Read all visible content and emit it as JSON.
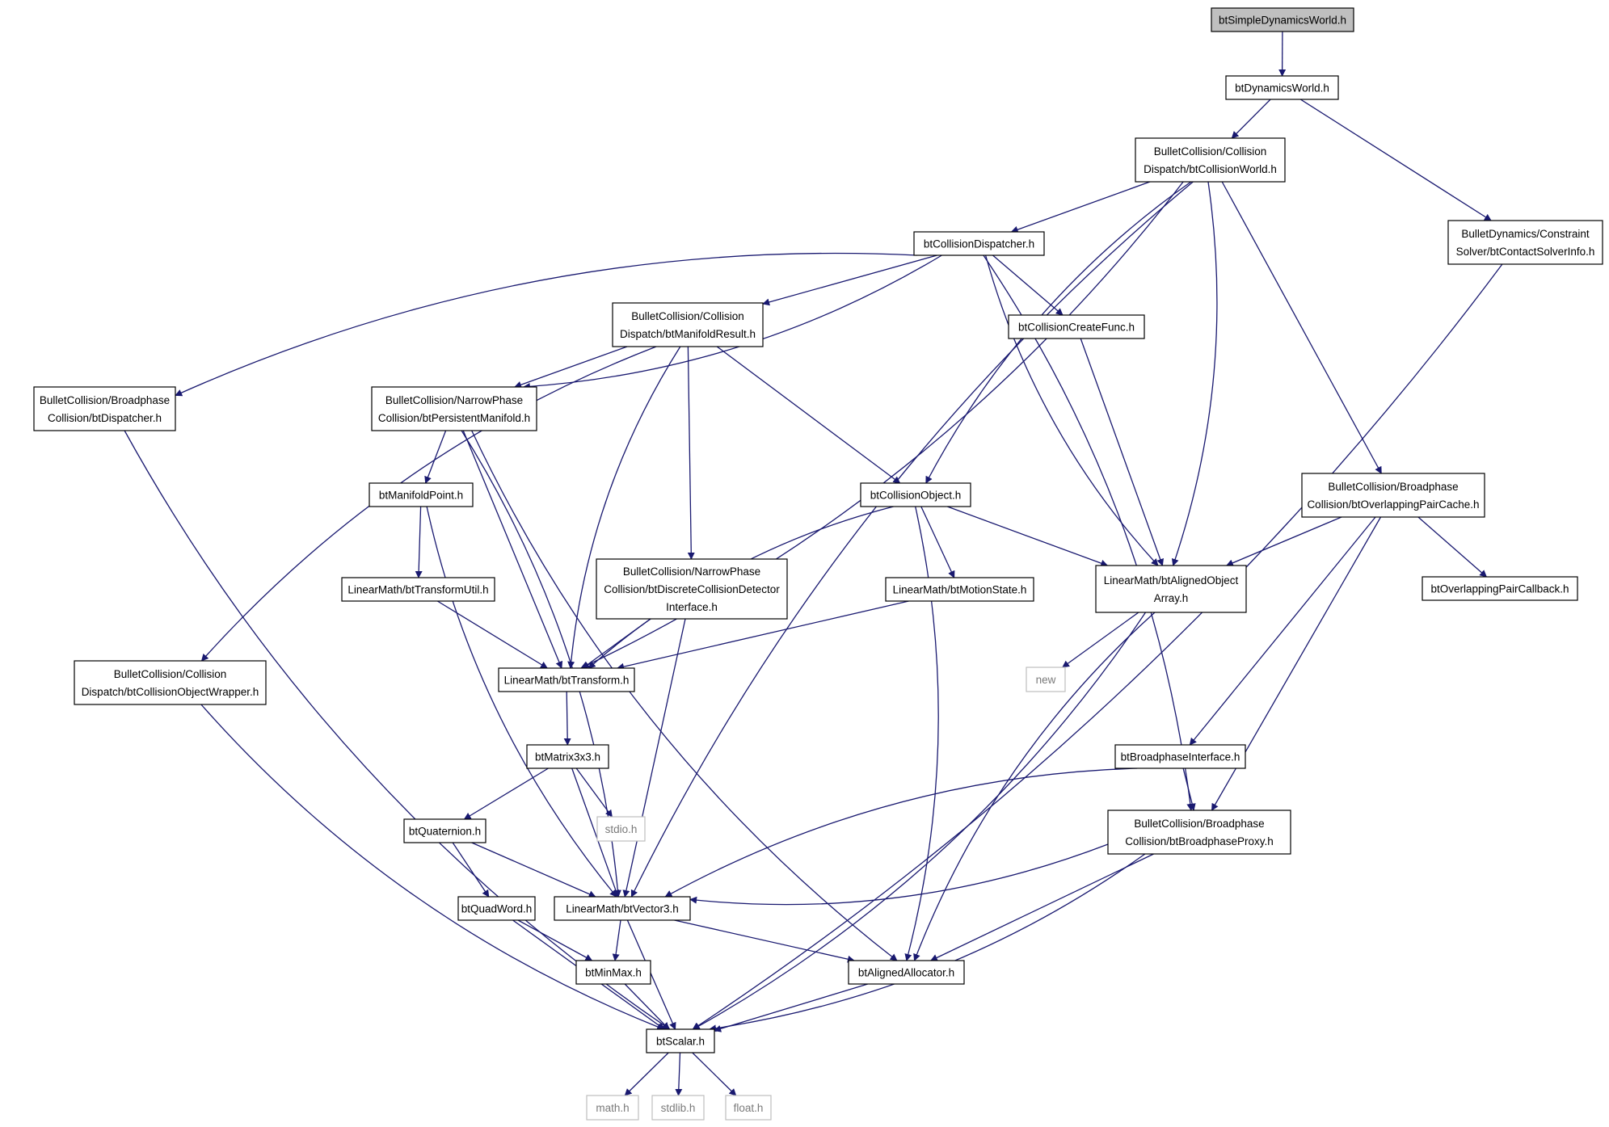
{
  "colors": {
    "edge": "#191970",
    "node_border": "#000000",
    "node_fill": "#ffffff",
    "root_fill": "#bfbfbf",
    "external_border": "#bfbfbf",
    "external_text": "#7a7a7a"
  },
  "nodes": [
    {
      "id": "simpledynworld",
      "lines": [
        "btSimpleDynamicsWorld.h"
      ],
      "kind": "root"
    },
    {
      "id": "dynworld",
      "lines": [
        "btDynamicsWorld.h"
      ],
      "kind": "file"
    },
    {
      "id": "collworld",
      "lines": [
        "BulletCollision/Collision",
        "Dispatch/btCollisionWorld.h"
      ],
      "kind": "file"
    },
    {
      "id": "contactsolver",
      "lines": [
        "BulletDynamics/Constraint",
        "Solver/btContactSolverInfo.h"
      ],
      "kind": "file"
    },
    {
      "id": "colldispatcher",
      "lines": [
        "btCollisionDispatcher.h"
      ],
      "kind": "file"
    },
    {
      "id": "manifoldresult",
      "lines": [
        "BulletCollision/Collision",
        "Dispatch/btManifoldResult.h"
      ],
      "kind": "file"
    },
    {
      "id": "createfunc",
      "lines": [
        "btCollisionCreateFunc.h"
      ],
      "kind": "file"
    },
    {
      "id": "bpdispatcher",
      "lines": [
        "BulletCollision/Broadphase",
        "Collision/btDispatcher.h"
      ],
      "kind": "file"
    },
    {
      "id": "persistentmanifold",
      "lines": [
        "BulletCollision/NarrowPhase",
        "Collision/btPersistentManifold.h"
      ],
      "kind": "file"
    },
    {
      "id": "manifoldpoint",
      "lines": [
        "btManifoldPoint.h"
      ],
      "kind": "file"
    },
    {
      "id": "collobject",
      "lines": [
        "btCollisionObject.h"
      ],
      "kind": "file"
    },
    {
      "id": "overlappingcache",
      "lines": [
        "BulletCollision/Broadphase",
        "Collision/btOverlappingPairCache.h"
      ],
      "kind": "file"
    },
    {
      "id": "transformutil",
      "lines": [
        "LinearMath/btTransformUtil.h"
      ],
      "kind": "file"
    },
    {
      "id": "discretedetector",
      "lines": [
        "BulletCollision/NarrowPhase",
        "Collision/btDiscreteCollisionDetector",
        "Interface.h"
      ],
      "kind": "file"
    },
    {
      "id": "motionstate",
      "lines": [
        "LinearMath/btMotionState.h"
      ],
      "kind": "file"
    },
    {
      "id": "alignedarray",
      "lines": [
        "LinearMath/btAlignedObject",
        "Array.h"
      ],
      "kind": "file"
    },
    {
      "id": "overlappingcallback",
      "lines": [
        "btOverlappingPairCallback.h"
      ],
      "kind": "file"
    },
    {
      "id": "objwrapper",
      "lines": [
        "BulletCollision/Collision",
        "Dispatch/btCollisionObjectWrapper.h"
      ],
      "kind": "file"
    },
    {
      "id": "transform",
      "lines": [
        "LinearMath/btTransform.h"
      ],
      "kind": "file"
    },
    {
      "id": "new",
      "lines": [
        "new"
      ],
      "kind": "external"
    },
    {
      "id": "matrix3x3",
      "lines": [
        "btMatrix3x3.h"
      ],
      "kind": "file"
    },
    {
      "id": "bpinterface",
      "lines": [
        "btBroadphaseInterface.h"
      ],
      "kind": "file"
    },
    {
      "id": "stdio",
      "lines": [
        "stdio.h"
      ],
      "kind": "external"
    },
    {
      "id": "quaternion",
      "lines": [
        "btQuaternion.h"
      ],
      "kind": "file"
    },
    {
      "id": "bpproxy",
      "lines": [
        "BulletCollision/Broadphase",
        "Collision/btBroadphaseProxy.h"
      ],
      "kind": "file"
    },
    {
      "id": "quadword",
      "lines": [
        "btQuadWord.h"
      ],
      "kind": "file"
    },
    {
      "id": "vector3",
      "lines": [
        "LinearMath/btVector3.h"
      ],
      "kind": "file"
    },
    {
      "id": "minmax",
      "lines": [
        "btMinMax.h"
      ],
      "kind": "file"
    },
    {
      "id": "alignedalloc",
      "lines": [
        "btAlignedAllocator.h"
      ],
      "kind": "file"
    },
    {
      "id": "scalar",
      "lines": [
        "btScalar.h"
      ],
      "kind": "file"
    },
    {
      "id": "math",
      "lines": [
        "math.h"
      ],
      "kind": "external"
    },
    {
      "id": "stdlib",
      "lines": [
        "stdlib.h"
      ],
      "kind": "external"
    },
    {
      "id": "float",
      "lines": [
        "float.h"
      ],
      "kind": "external"
    }
  ],
  "edges": [
    [
      "simpledynworld",
      "dynworld"
    ],
    [
      "dynworld",
      "collworld"
    ],
    [
      "dynworld",
      "contactsolver"
    ],
    [
      "collworld",
      "colldispatcher"
    ],
    [
      "collworld",
      "collobject"
    ],
    [
      "collworld",
      "alignedarray"
    ],
    [
      "collworld",
      "overlappingcache"
    ],
    [
      "collworld",
      "transform"
    ],
    [
      "collworld",
      "vector3"
    ],
    [
      "contactsolver",
      "scalar"
    ],
    [
      "colldispatcher",
      "bpdispatcher"
    ],
    [
      "colldispatcher",
      "persistentmanifold"
    ],
    [
      "colldispatcher",
      "manifoldresult"
    ],
    [
      "colldispatcher",
      "createfunc"
    ],
    [
      "colldispatcher",
      "alignedarray"
    ],
    [
      "colldispatcher",
      "bpproxy"
    ],
    [
      "manifoldresult",
      "objwrapper"
    ],
    [
      "manifoldresult",
      "persistentmanifold"
    ],
    [
      "manifoldresult",
      "transform"
    ],
    [
      "manifoldresult",
      "discretedetector"
    ],
    [
      "manifoldresult",
      "collobject"
    ],
    [
      "createfunc",
      "alignedarray"
    ],
    [
      "bpdispatcher",
      "scalar"
    ],
    [
      "persistentmanifold",
      "manifoldpoint"
    ],
    [
      "persistentmanifold",
      "transform"
    ],
    [
      "persistentmanifold",
      "vector3"
    ],
    [
      "persistentmanifold",
      "alignedalloc"
    ],
    [
      "manifoldpoint",
      "transformutil"
    ],
    [
      "manifoldpoint",
      "vector3"
    ],
    [
      "transformutil",
      "transform"
    ],
    [
      "discretedetector",
      "transform"
    ],
    [
      "discretedetector",
      "vector3"
    ],
    [
      "collobject",
      "transform"
    ],
    [
      "collobject",
      "motionstate"
    ],
    [
      "collobject",
      "alignedarray"
    ],
    [
      "collobject",
      "alignedalloc"
    ],
    [
      "motionstate",
      "transform"
    ],
    [
      "overlappingcache",
      "alignedarray"
    ],
    [
      "overlappingcache",
      "overlappingcallback"
    ],
    [
      "overlappingcache",
      "bpinterface"
    ],
    [
      "overlappingcache",
      "bpproxy"
    ],
    [
      "alignedarray",
      "new"
    ],
    [
      "alignedarray",
      "alignedalloc"
    ],
    [
      "alignedarray",
      "scalar"
    ],
    [
      "objwrapper",
      "scalar"
    ],
    [
      "transform",
      "matrix3x3"
    ],
    [
      "matrix3x3",
      "quaternion"
    ],
    [
      "matrix3x3",
      "stdio"
    ],
    [
      "matrix3x3",
      "vector3"
    ],
    [
      "quaternion",
      "quadword"
    ],
    [
      "quaternion",
      "vector3"
    ],
    [
      "bpinterface",
      "bpproxy"
    ],
    [
      "bpinterface",
      "vector3"
    ],
    [
      "bpproxy",
      "vector3"
    ],
    [
      "bpproxy",
      "alignedalloc"
    ],
    [
      "bpproxy",
      "scalar"
    ],
    [
      "quadword",
      "minmax"
    ],
    [
      "quadword",
      "scalar"
    ],
    [
      "vector3",
      "minmax"
    ],
    [
      "vector3",
      "alignedalloc"
    ],
    [
      "vector3",
      "scalar"
    ],
    [
      "minmax",
      "scalar"
    ],
    [
      "alignedalloc",
      "scalar"
    ],
    [
      "scalar",
      "math"
    ],
    [
      "scalar",
      "stdlib"
    ],
    [
      "scalar",
      "float"
    ]
  ]
}
